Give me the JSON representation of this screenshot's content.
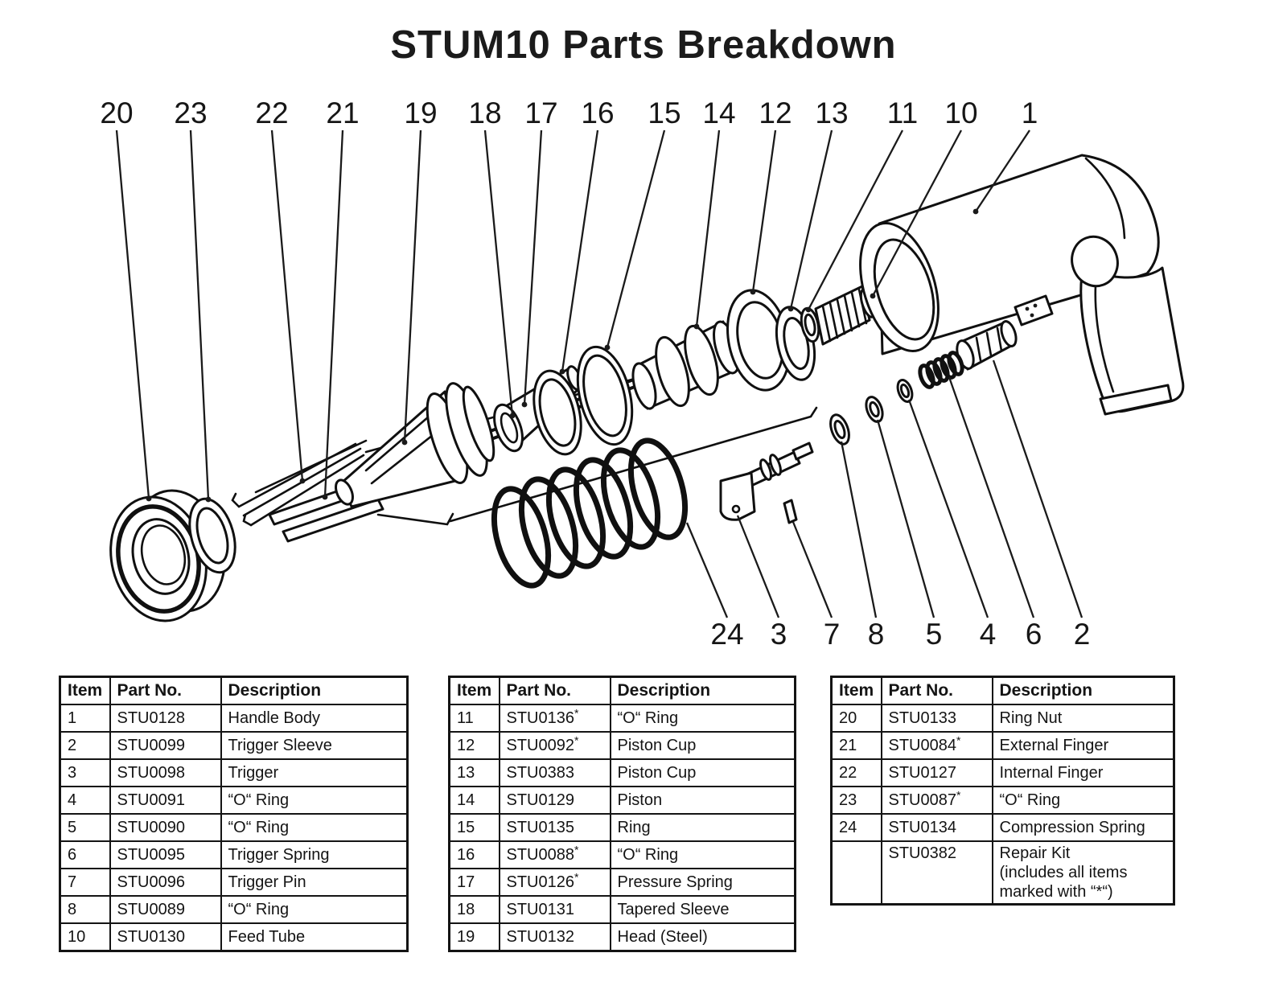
{
  "title": "STUM10 Parts Breakdown",
  "diagram": {
    "callouts_top": [
      {
        "label": "20"
      },
      {
        "label": "23"
      },
      {
        "label": "22"
      },
      {
        "label": "21"
      },
      {
        "label": "19"
      },
      {
        "label": "18"
      },
      {
        "label": "17"
      },
      {
        "label": "16"
      },
      {
        "label": "15"
      },
      {
        "label": "14"
      },
      {
        "label": "12"
      },
      {
        "label": "13"
      },
      {
        "label": "11"
      },
      {
        "label": "10"
      },
      {
        "label": "1"
      }
    ],
    "callouts_bottom": [
      {
        "label": "24"
      },
      {
        "label": "3"
      },
      {
        "label": "7"
      },
      {
        "label": "8"
      },
      {
        "label": "5"
      },
      {
        "label": "4"
      },
      {
        "label": "6"
      },
      {
        "label": "2"
      }
    ]
  },
  "tables": [
    {
      "headers": {
        "item": "Item",
        "part": "Part No.",
        "desc": "Description"
      },
      "rows": [
        {
          "item": "1",
          "part": "STU0128",
          "star": "",
          "desc": "Handle Body"
        },
        {
          "item": "2",
          "part": "STU0099",
          "star": "",
          "desc": "Trigger Sleeve"
        },
        {
          "item": "3",
          "part": "STU0098",
          "star": "",
          "desc": "Trigger"
        },
        {
          "item": "4",
          "part": "STU0091",
          "star": "",
          "desc": "“O“ Ring"
        },
        {
          "item": "5",
          "part": "STU0090",
          "star": "",
          "desc": "“O“ Ring"
        },
        {
          "item": "6",
          "part": "STU0095",
          "star": "",
          "desc": "Trigger Spring"
        },
        {
          "item": "7",
          "part": "STU0096",
          "star": "",
          "desc": "Trigger Pin"
        },
        {
          "item": "8",
          "part": "STU0089",
          "star": "",
          "desc": "“O“ Ring"
        },
        {
          "item": "10",
          "part": "STU0130",
          "star": "",
          "desc": "Feed Tube"
        }
      ]
    },
    {
      "headers": {
        "item": "Item",
        "part": "Part No.",
        "desc": "Description"
      },
      "rows": [
        {
          "item": "11",
          "part": "STU0136",
          "star": "*",
          "desc": "“O“ Ring"
        },
        {
          "item": "12",
          "part": "STU0092",
          "star": "*",
          "desc": "Piston Cup"
        },
        {
          "item": "13",
          "part": "STU0383",
          "star": "",
          "desc": "Piston Cup"
        },
        {
          "item": "14",
          "part": "STU0129",
          "star": "",
          "desc": "Piston"
        },
        {
          "item": "15",
          "part": "STU0135",
          "star": "",
          "desc": "Ring"
        },
        {
          "item": "16",
          "part": "STU0088",
          "star": "*",
          "desc": "“O“ Ring"
        },
        {
          "item": "17",
          "part": "STU0126",
          "star": "*",
          "desc": "Pressure Spring"
        },
        {
          "item": "18",
          "part": "STU0131",
          "star": "",
          "desc": "Tapered Sleeve"
        },
        {
          "item": "19",
          "part": "STU0132",
          "star": "",
          "desc": "Head (Steel)"
        }
      ]
    },
    {
      "headers": {
        "item": "Item",
        "part": "Part No.",
        "desc": "Description"
      },
      "rows": [
        {
          "item": "20",
          "part": "STU0133",
          "star": "",
          "desc": "Ring Nut"
        },
        {
          "item": "21",
          "part": "STU0084",
          "star": "*",
          "desc": "External Finger"
        },
        {
          "item": "22",
          "part": "STU0127",
          "star": "",
          "desc": "Internal Finger"
        },
        {
          "item": "23",
          "part": "STU0087",
          "star": "*",
          "desc": "“O“ Ring"
        },
        {
          "item": "24",
          "part": "STU0134",
          "star": "",
          "desc": "Compression Spring"
        },
        {
          "item": "",
          "part": "STU0382",
          "star": "",
          "desc": "Repair Kit\n(includes all items\nmarked with “*“)"
        }
      ]
    }
  ]
}
